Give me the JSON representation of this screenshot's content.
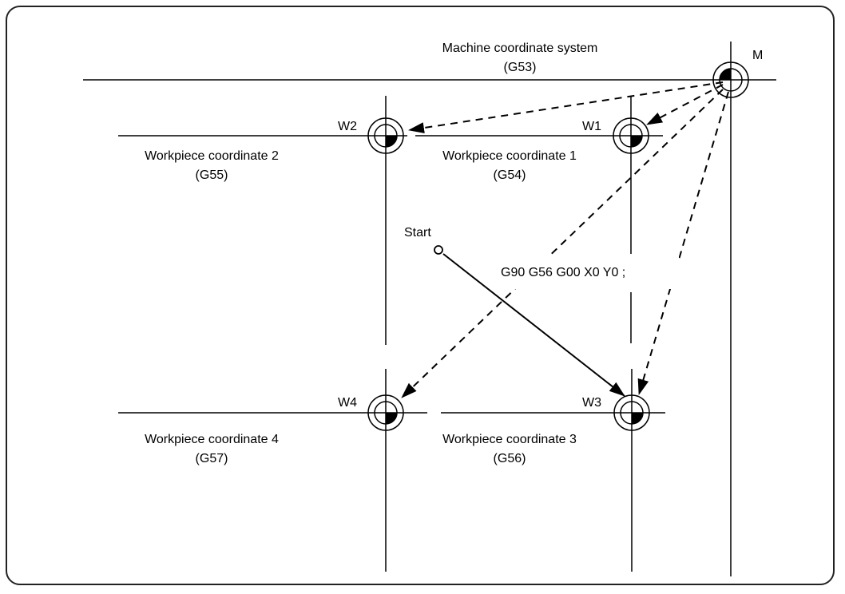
{
  "machine": {
    "label_line1": "Machine coordinate system",
    "label_line2": "(G53)",
    "marker": "M"
  },
  "workpieces": [
    {
      "marker": "W1",
      "name": "Workpiece coordinate 1",
      "code": "(G54)"
    },
    {
      "marker": "W2",
      "name": "Workpiece coordinate 2",
      "code": "(G55)"
    },
    {
      "marker": "W3",
      "name": "Workpiece coordinate 3",
      "code": "(G56)"
    },
    {
      "marker": "W4",
      "name": "Workpiece coordinate 4",
      "code": "(G57)"
    }
  ],
  "start_label": "Start",
  "command": "G90 G56 G00 X0 Y0 ;"
}
